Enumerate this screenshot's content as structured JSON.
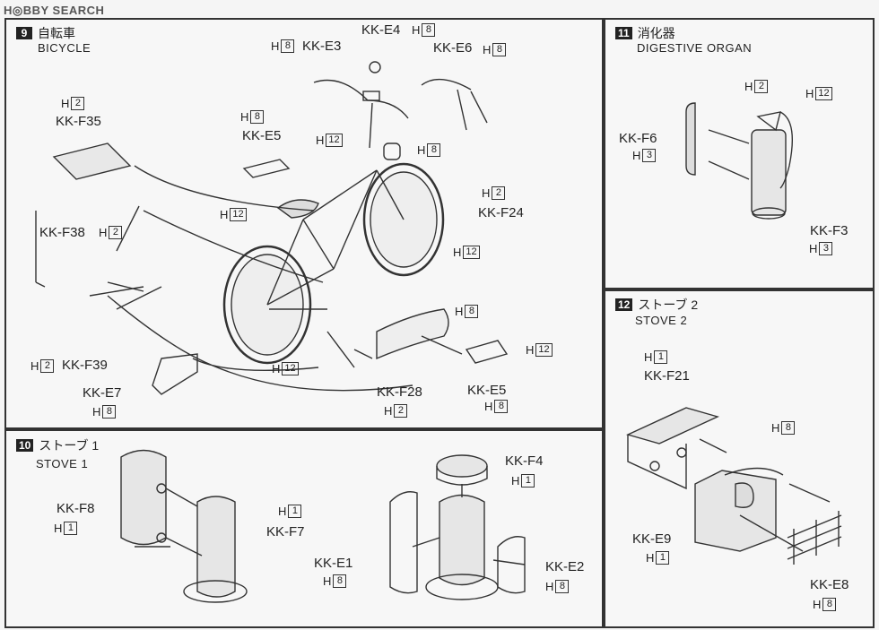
{
  "watermark": "H◎BBY SEARCH",
  "sections": {
    "bicycle": {
      "num": "9",
      "title_jp": "自転車",
      "title_en": "BICYCLE"
    },
    "digestive": {
      "num": "11",
      "title_jp": "消化器",
      "title_en": "DIGESTIVE ORGAN"
    },
    "stove2": {
      "num": "12",
      "title_jp": "ストーブ 2",
      "title_en": "STOVE 2"
    },
    "stove1": {
      "num": "10",
      "title_jp": "ストーブ 1",
      "title_en": "STOVE 1"
    }
  },
  "part_labels": {
    "kk_e3": "KK-E3",
    "kk_e4": "KK-E4",
    "kk_e6": "KK-E6",
    "kk_f35": "KK-F35",
    "kk_e5a": "KK-E5",
    "kk_f24": "KK-F24",
    "kk_f38": "KK-F38",
    "kk_f39": "KK-F39",
    "kk_e7": "KK-E7",
    "kk_f28": "KK-F28",
    "kk_e5b": "KK-E5",
    "kk_f6": "KK-F6",
    "kk_f3": "KK-F3",
    "kk_f21": "KK-F21",
    "kk_e9": "KK-E9",
    "kk_e8": "KK-E8",
    "kk_f8": "KK-F8",
    "kk_f7": "KK-F7",
    "kk_f4": "KK-F4",
    "kk_e1": "KK-E1",
    "kk_e2": "KK-E2"
  },
  "h_prefix": "H",
  "h_values": {
    "e3": "8",
    "e4": "8",
    "e6": "8",
    "f35": "2",
    "e5a": "8",
    "bar12": "12",
    "lamp8": "8",
    "seat12": "12",
    "f24_2": "2",
    "f24_12": "12",
    "f38": "2",
    "f39": "2",
    "e7": "8",
    "wheel12": "12",
    "f28_8": "8",
    "pedal12": "12",
    "f28": "2",
    "e5b": "8",
    "f6_2": "2",
    "f6_12": "12",
    "f6": "3",
    "f3": "3",
    "f21": "1",
    "e9_8": "8",
    "e9": "1",
    "e8": "8",
    "f8": "1",
    "f7": "1",
    "f4": "1",
    "e1": "8",
    "e2": "8"
  }
}
